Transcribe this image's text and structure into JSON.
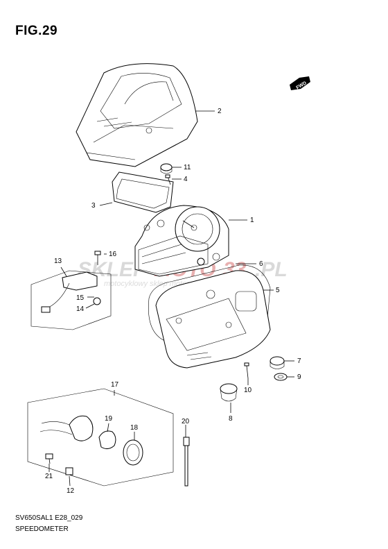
{
  "figure": {
    "title": "FIG.29"
  },
  "footer": {
    "code": "SV650SAL1 E28_029",
    "name": "SPEEDOMETER"
  },
  "fwd_badge": "FWD",
  "watermark": {
    "brand_left": "SKLEP",
    "brand_mid": "MOTO",
    "brand_right": "33",
    "domain": ".PL",
    "tagline": "motocyklowy sklep motocyklowy"
  },
  "callouts": [
    "1",
    "2",
    "3",
    "4",
    "5",
    "6",
    "7",
    "8",
    "9",
    "10",
    "11",
    "12",
    "13",
    "14",
    "15",
    "16",
    "17",
    "18",
    "19",
    "20",
    "21"
  ],
  "colors": {
    "watermark_grey": "#d9d9d9",
    "watermark_red": "#e8a8a8"
  }
}
